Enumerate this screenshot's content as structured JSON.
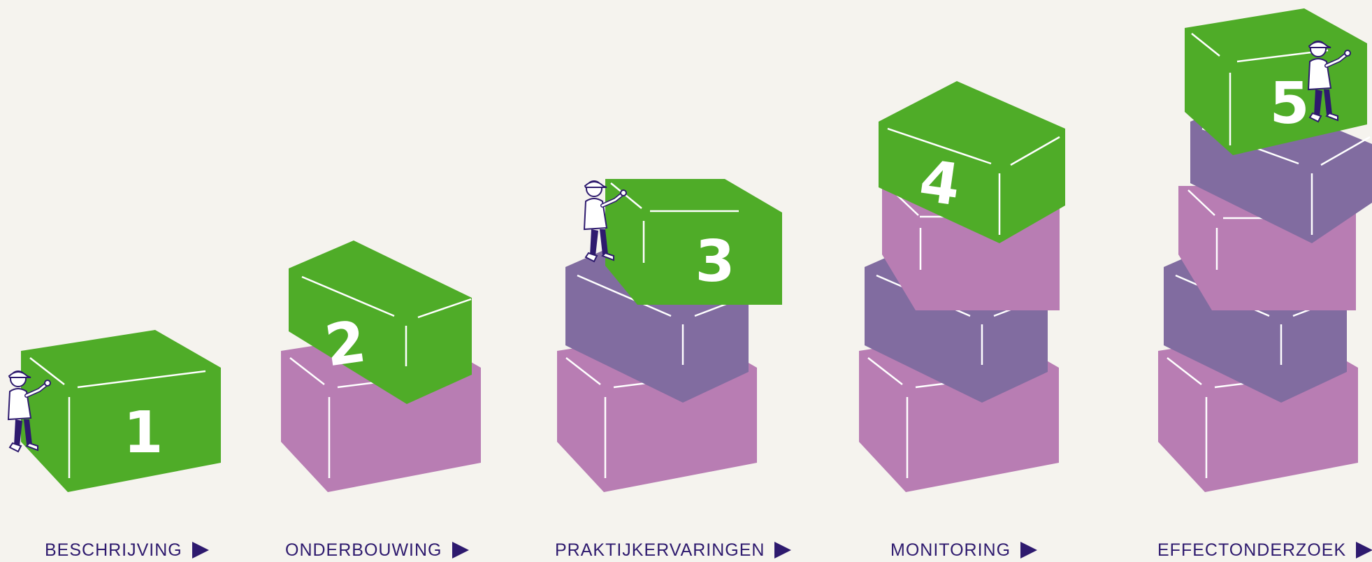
{
  "colors": {
    "background": "#f5f3ee",
    "green_box": "#4fac28",
    "pink_box": "#b87db3",
    "purple_box": "#816ca0",
    "text": "#2e1a6e"
  },
  "steps": [
    {
      "number": "1",
      "label": "BESCHRIJVING"
    },
    {
      "number": "2",
      "label": "ONDERBOUWING"
    },
    {
      "number": "3",
      "label": "PRAKTIJKERVARINGEN"
    },
    {
      "number": "4",
      "label": "MONITORING"
    },
    {
      "number": "5",
      "label": "EFFECTONDERZOEK"
    }
  ],
  "icons": {
    "arrow": "arrow-right-icon",
    "worker": "worker-icon"
  }
}
